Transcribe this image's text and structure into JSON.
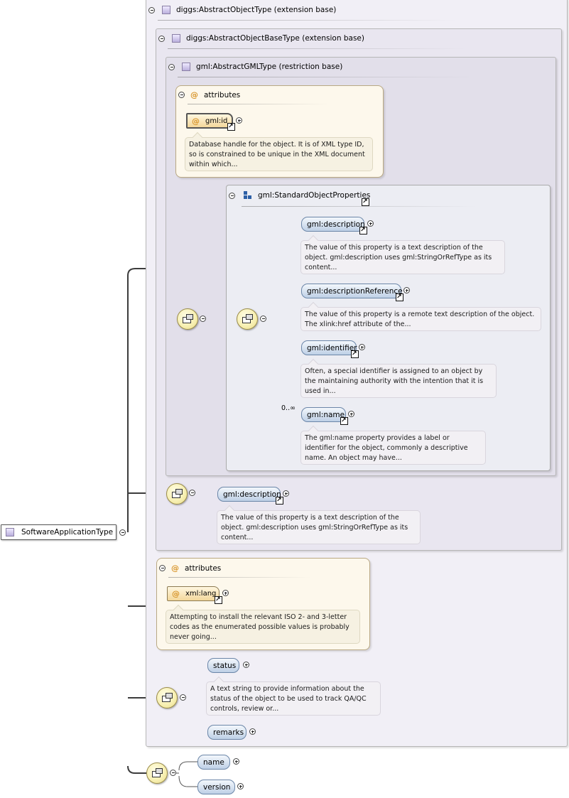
{
  "root": {
    "label": "SoftwareApplicationType"
  },
  "ext1": {
    "label": "diggs:AbstractObjectType (extension base)"
  },
  "ext2": {
    "label": "diggs:AbstractObjectBaseType (extension base)"
  },
  "ext3": {
    "label": "gml:AbstractGMLType (restriction base)"
  },
  "attr_box1": {
    "header": "attributes",
    "attr": {
      "name": "gml:id"
    },
    "note": "Database handle for the object. It is of XML type ID, so is constrained to be unique in the XML document within which..."
  },
  "std_props": {
    "label": "gml:StandardObjectProperties",
    "elements": [
      {
        "name": "gml:description",
        "note": "The value of this property is a text description of the object. gml:description uses gml:StringOrRefType as its content..."
      },
      {
        "name": "gml:descriptionReference",
        "note": "The value of this property is a remote text description of the object. The xlink:href attribute of the..."
      },
      {
        "name": "gml:identifier",
        "note": "Often, a special identifier is assigned to an object by the maintaining authority with the intention that it is used in..."
      },
      {
        "name": "gml:name",
        "note": "The gml:name property provides a label or identifier for the object, commonly a descriptive name. An object may have...",
        "occurrence": "0..∞"
      }
    ]
  },
  "base_desc": {
    "name": "gml:description",
    "note": "The value of this property is a text description of the object. gml:description uses gml:StringOrRefType as its content..."
  },
  "attr_box2": {
    "header": "attributes",
    "attr": {
      "name": "xml:lang"
    },
    "note": "Attempting to install the relevant ISO 2- and 3-letter codes as the enumerated possible values is probably never going..."
  },
  "status_seq": {
    "elements": [
      {
        "name": "status",
        "note": "A text string to provide information about the status of the object to be used to track QA/QC controls, review or..."
      },
      {
        "name": "remarks"
      }
    ]
  },
  "own_seq": {
    "elements": [
      {
        "name": "name"
      },
      {
        "name": "version"
      }
    ]
  },
  "colors": {
    "lines": "#3c3c3c",
    "element_fill": "#bed0e6",
    "attribute_fill": "#f3d79b",
    "compositor_fill": "#f7efb0"
  }
}
